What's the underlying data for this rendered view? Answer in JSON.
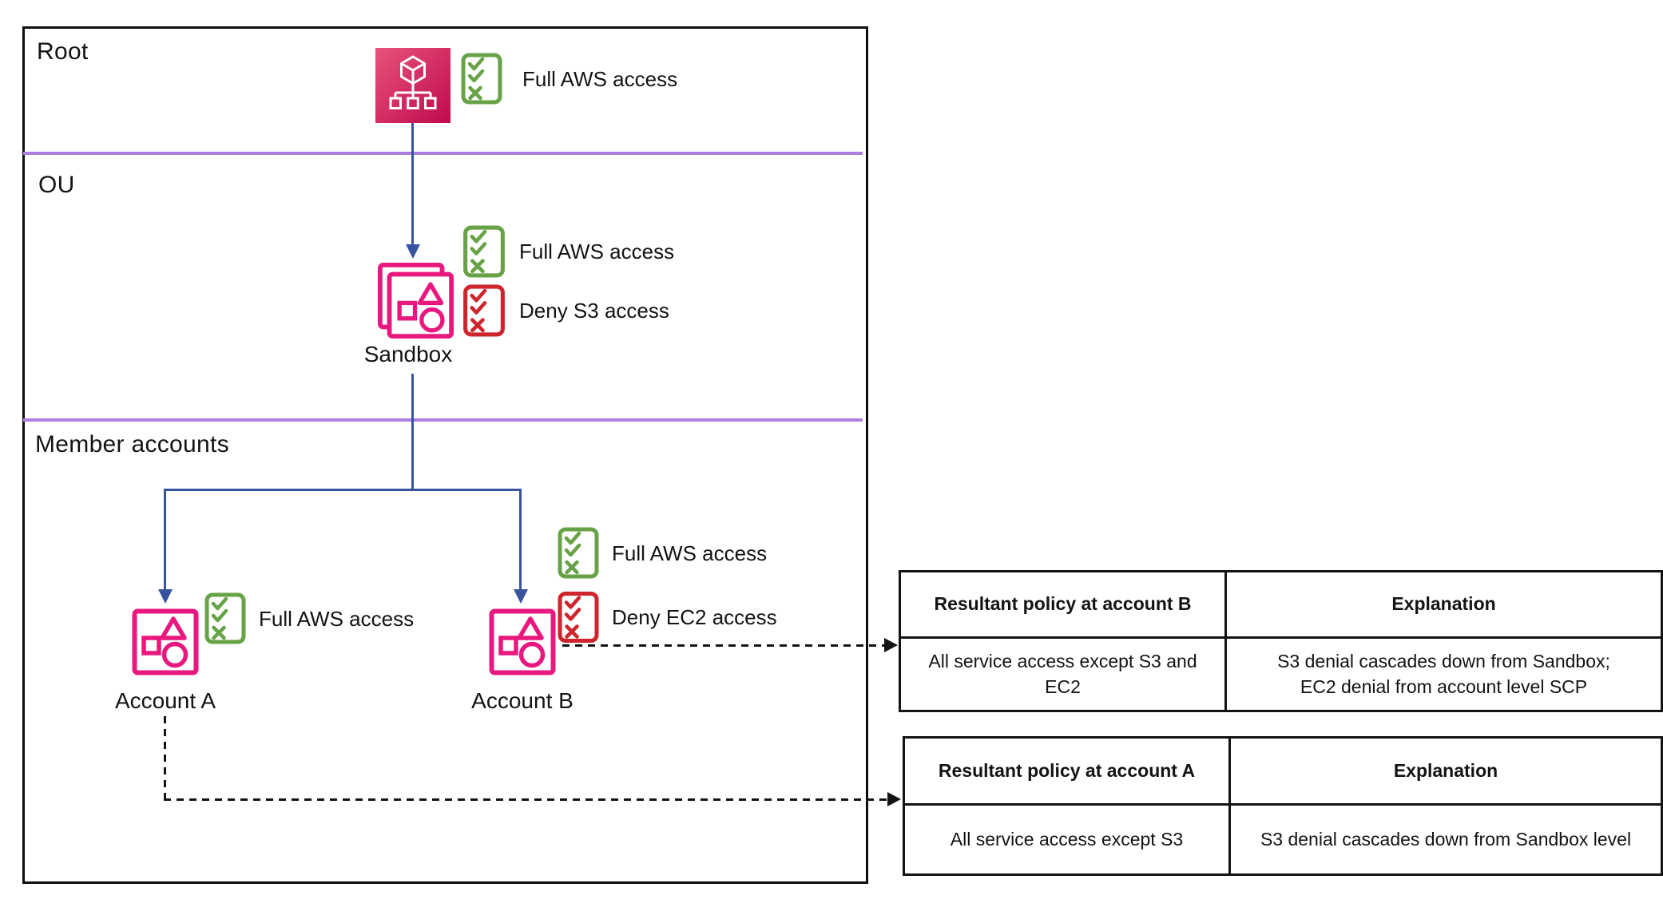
{
  "colors": {
    "pink": "#E8187F",
    "pink_gradient_start": "#E9537B",
    "pink_gradient_end": "#BE0A4E",
    "green": "#67A346",
    "red": "#CE242C",
    "blue": "#38539E",
    "purple": "#AC80E2",
    "ink": "#131313"
  },
  "diagram": {
    "sections": [
      {
        "label": "Root"
      },
      {
        "label": "OU"
      },
      {
        "label": "Member accounts"
      }
    ],
    "root": {
      "policies": [
        {
          "label": "Full AWS access",
          "type": "allow"
        }
      ]
    },
    "ou": {
      "label": "Sandbox",
      "policies": [
        {
          "label": "Full AWS access",
          "type": "allow"
        },
        {
          "label": "Deny S3 access",
          "type": "deny"
        }
      ]
    },
    "account_a": {
      "label": "Account A",
      "policies": [
        {
          "label": "Full AWS access",
          "type": "allow"
        }
      ]
    },
    "account_b": {
      "label": "Account B",
      "policies": [
        {
          "label": "Full AWS access",
          "type": "allow"
        },
        {
          "label": "Deny EC2 access",
          "type": "deny"
        }
      ]
    }
  },
  "tables": [
    {
      "headers": [
        "Resultant policy at account B",
        "Explanation"
      ],
      "rows": [
        [
          "All service access except S3 and EC2",
          "S3 denial cascades down from Sandbox; EC2 denial from account level SCP"
        ]
      ]
    },
    {
      "headers": [
        "Resultant policy at account A",
        "Explanation"
      ],
      "rows": [
        [
          "All service access except S3",
          "S3 denial cascades down from Sandbox level"
        ]
      ]
    }
  ]
}
